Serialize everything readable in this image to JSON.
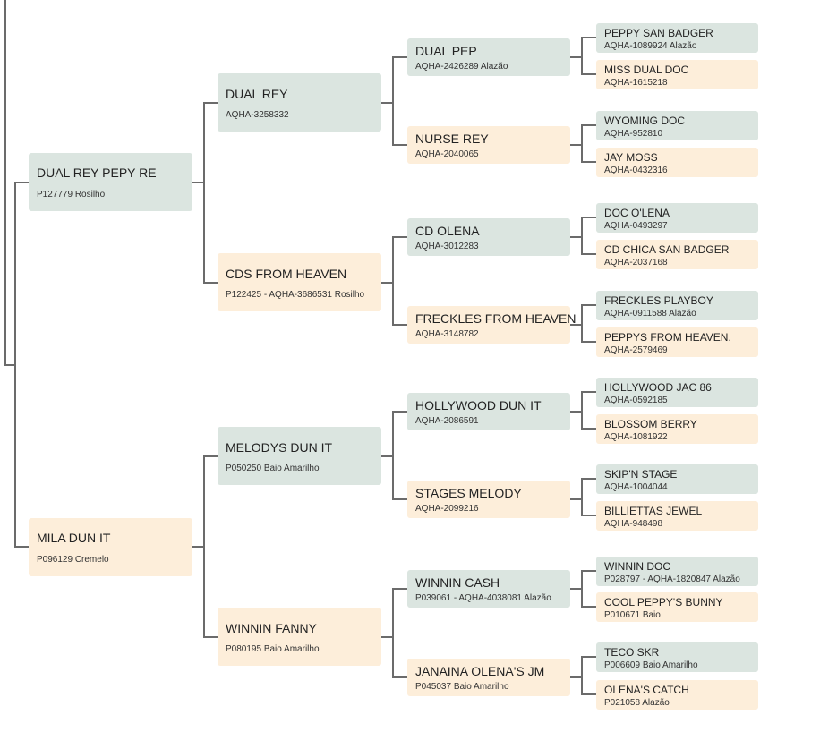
{
  "pedigree": {
    "sire": {
      "name": "DUAL REY PEPY RE",
      "reg": "P127779 Rosilho",
      "sex": "male"
    },
    "dam": {
      "name": "MILA DUN IT",
      "reg": "P096129 Cremelo",
      "sex": "female"
    },
    "sire_sire": {
      "name": "DUAL REY",
      "reg": "AQHA-3258332",
      "sex": "male"
    },
    "sire_dam": {
      "name": "CDS FROM HEAVEN",
      "reg": "P122425 - AQHA-3686531 Rosilho",
      "sex": "female"
    },
    "dam_sire": {
      "name": "MELODYS DUN IT",
      "reg": "P050250 Baio Amarilho",
      "sex": "male"
    },
    "dam_dam": {
      "name": "WINNIN FANNY",
      "reg": "P080195 Baio Amarilho",
      "sex": "female"
    },
    "g3": [
      {
        "name": "DUAL PEP",
        "reg": "AQHA-2426289 Alazão",
        "sex": "male"
      },
      {
        "name": "NURSE REY",
        "reg": "AQHA-2040065",
        "sex": "female"
      },
      {
        "name": "CD OLENA",
        "reg": "AQHA-3012283",
        "sex": "male"
      },
      {
        "name": "FRECKLES FROM HEAVEN",
        "reg": "AQHA-3148782",
        "sex": "female"
      },
      {
        "name": "HOLLYWOOD DUN IT",
        "reg": "AQHA-2086591",
        "sex": "male"
      },
      {
        "name": "STAGES MELODY",
        "reg": "AQHA-2099216",
        "sex": "female"
      },
      {
        "name": "WINNIN CASH",
        "reg": "P039061 - AQHA-4038081 Alazão",
        "sex": "male"
      },
      {
        "name": "JANAINA OLENA'S JM",
        "reg": "P045037 Baio Amarilho",
        "sex": "female"
      }
    ],
    "g4": [
      {
        "name": "PEPPY SAN BADGER",
        "reg": "AQHA-1089924 Alazão",
        "sex": "male"
      },
      {
        "name": "MISS DUAL DOC",
        "reg": "AQHA-1615218",
        "sex": "female"
      },
      {
        "name": "WYOMING DOC",
        "reg": "AQHA-952810",
        "sex": "male"
      },
      {
        "name": "JAY MOSS",
        "reg": "AQHA-0432316",
        "sex": "female"
      },
      {
        "name": "DOC O'LENA",
        "reg": "AQHA-0493297",
        "sex": "male"
      },
      {
        "name": "CD CHICA SAN BADGER",
        "reg": "AQHA-2037168",
        "sex": "female"
      },
      {
        "name": "FRECKLES PLAYBOY",
        "reg": "AQHA-0911588 Alazão",
        "sex": "male"
      },
      {
        "name": "PEPPYS FROM HEAVEN.",
        "reg": "AQHA-2579469",
        "sex": "female"
      },
      {
        "name": "HOLLYWOOD JAC 86",
        "reg": "AQHA-0592185",
        "sex": "male"
      },
      {
        "name": "BLOSSOM BERRY",
        "reg": "AQHA-1081922",
        "sex": "female"
      },
      {
        "name": "SKIP'N STAGE",
        "reg": "AQHA-1004044",
        "sex": "male"
      },
      {
        "name": "BILLIETTAS JEWEL",
        "reg": "AQHA-948498",
        "sex": "female"
      },
      {
        "name": "WINNIN DOC",
        "reg": "P028797 - AQHA-1820847 Alazão",
        "sex": "male"
      },
      {
        "name": "COOL PEPPY'S BUNNY",
        "reg": "P010671 Baio",
        "sex": "female"
      },
      {
        "name": "TECO SKR",
        "reg": "P006609 Baio Amarilho",
        "sex": "male"
      },
      {
        "name": "OLENA'S CATCH",
        "reg": "P021058 Alazão",
        "sex": "female"
      }
    ]
  },
  "colors": {
    "male_bg": "#dbe5e0",
    "female_bg": "#fdeeda",
    "connector": "#6b6b6b"
  }
}
